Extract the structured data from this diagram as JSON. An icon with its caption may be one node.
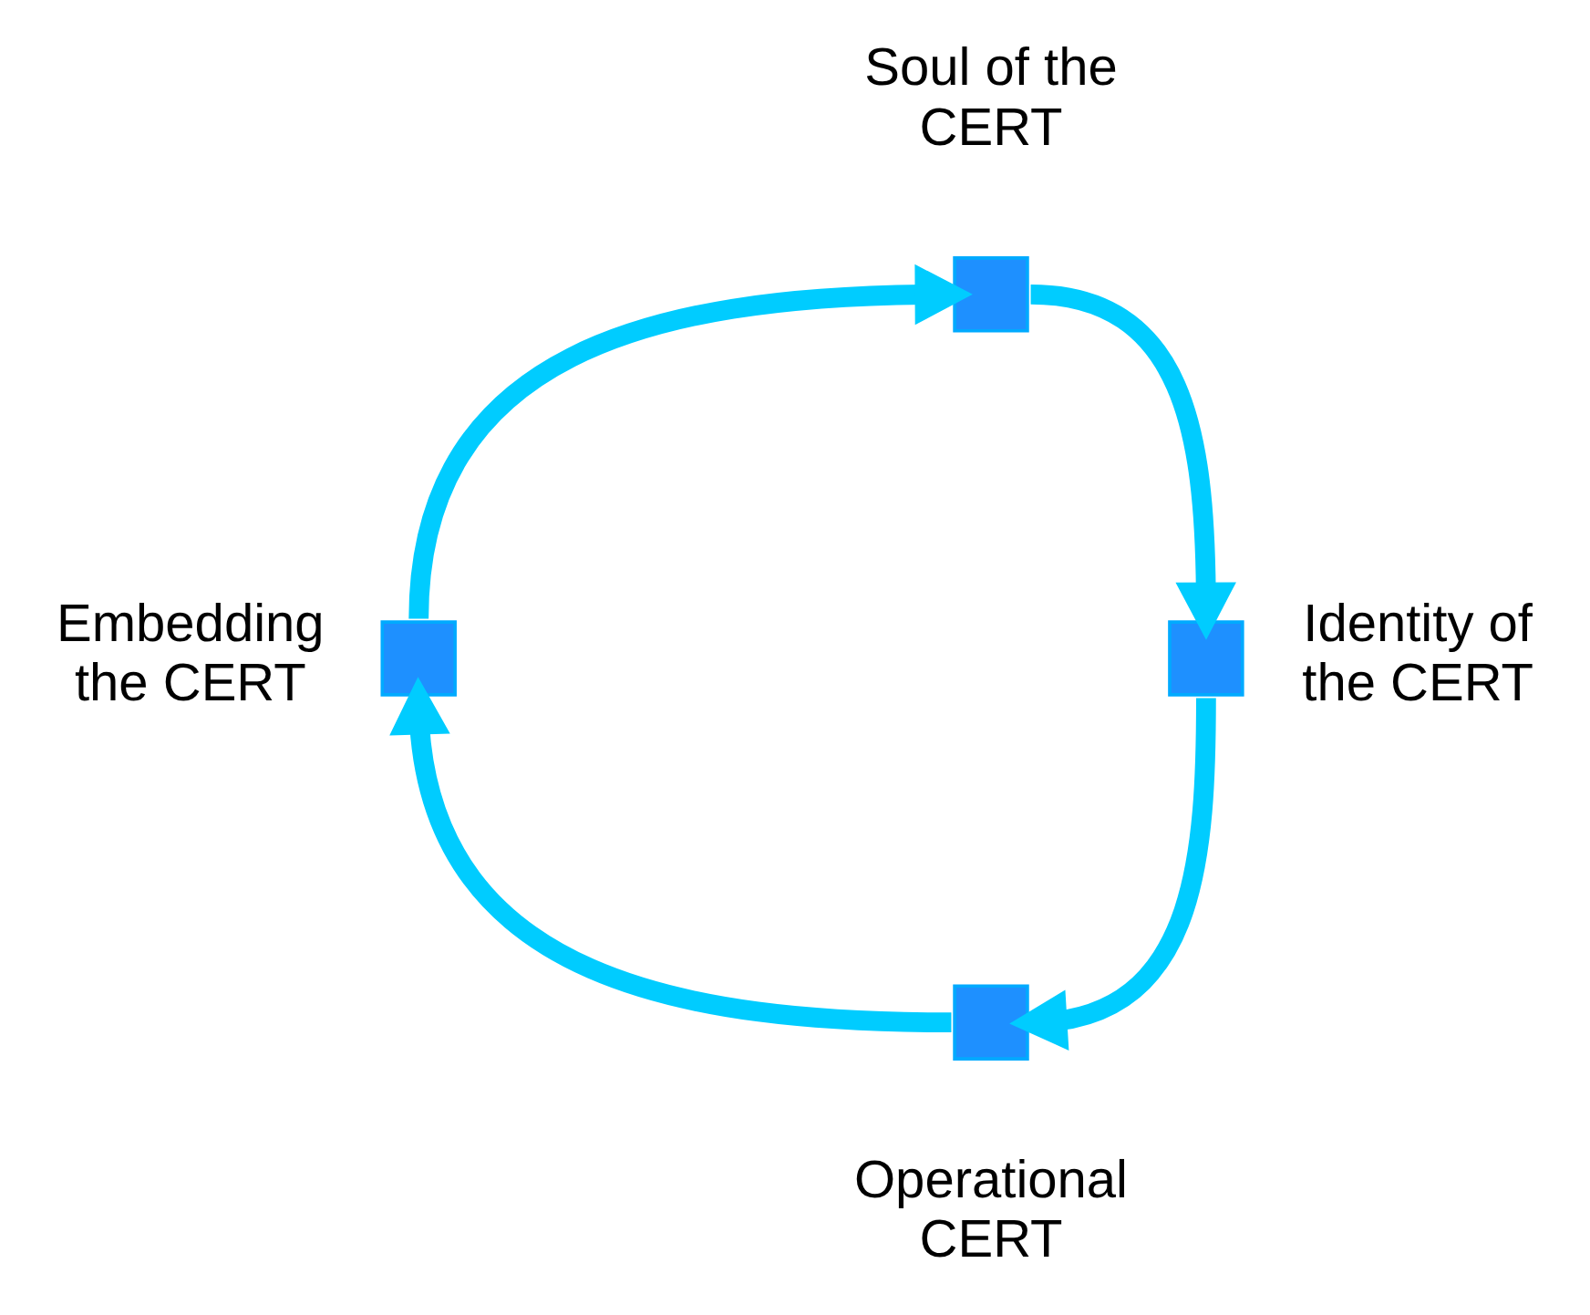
{
  "diagram": {
    "nodes": [
      {
        "text": [],
        "shape": "box",
        "beside": [
          "Soul of the CERT"
        ]
      },
      {
        "text": [],
        "shape": "box",
        "beside": [
          "Identity of the CERT"
        ]
      },
      {
        "text": [],
        "shape": "box",
        "beside": [
          "Operational CERT"
        ]
      },
      {
        "text": [],
        "shape": "box",
        "beside": [
          "Embedding the CERT"
        ]
      }
    ],
    "edges": [
      {
        "from": 3,
        "to": 0,
        "arrow": "to"
      },
      {
        "from": 0,
        "to": 1,
        "arrow": "to"
      },
      {
        "from": 1,
        "to": 2,
        "arrow": "to"
      },
      {
        "from": 2,
        "to": 3,
        "arrow": "to"
      }
    ]
  }
}
